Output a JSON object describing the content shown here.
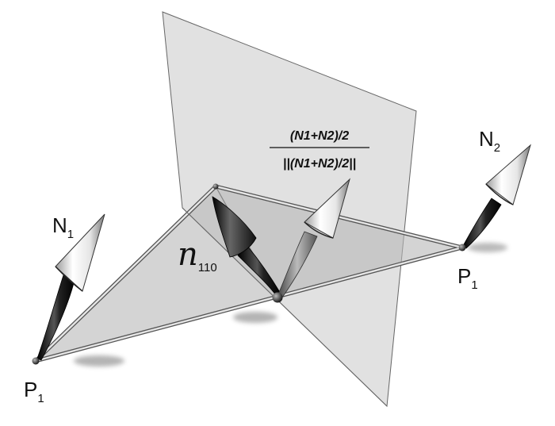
{
  "labels": {
    "p_left": "P",
    "p_left_sub": "1",
    "p_right": "P",
    "p_right_sub": "1",
    "n1": "N",
    "n1_sub": "1",
    "n2": "N",
    "n2_sub": "2",
    "n_mid": "n",
    "n_mid_sub": "110",
    "frac_numerator": "(N1+N2)/2",
    "frac_denominator": "||(N1+N2)/2||"
  },
  "colors": {
    "plane_fill": "#d4d4d4",
    "triangle_fill": "#b9b9b9",
    "edge": "#8a8a8a",
    "arrow_dark": "#1a1a1a",
    "arrow_light": "#f2f2f2"
  }
}
